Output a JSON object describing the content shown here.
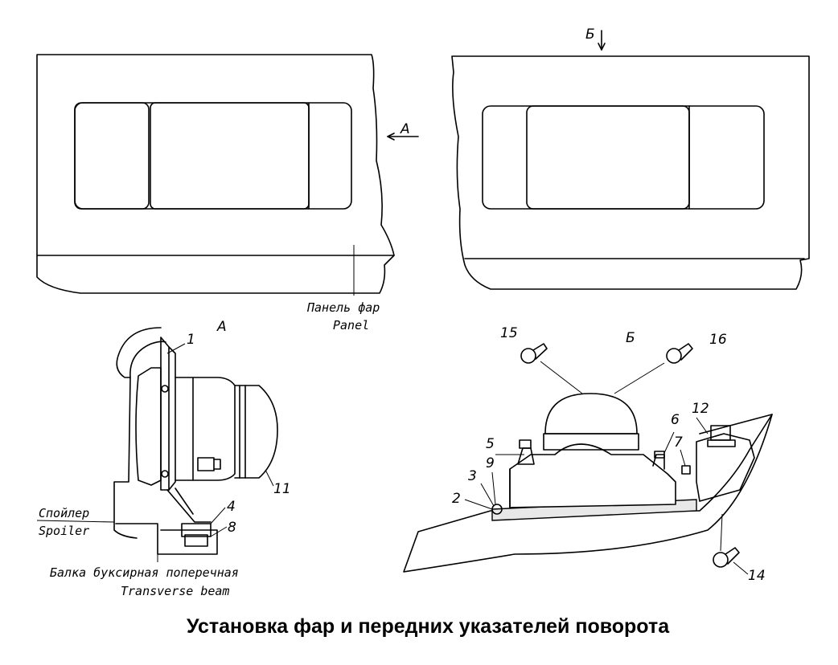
{
  "title": "Установка фар и передних указателей поворота",
  "view_labels": {
    "a_arrow": "А",
    "b_arrow": "Б",
    "a_view": "А",
    "b_view": "Б"
  },
  "callouts": {
    "panel_ru": "Панель фар",
    "panel_en": "Panel",
    "spoiler_ru": "Спойлер",
    "spoiler_en": "Spoiler",
    "beam_ru": "Балка буксирная поперечная",
    "beam_en": "Transverse beam"
  },
  "parts": {
    "p1": "1",
    "p2": "2",
    "p3": "3",
    "p4": "4",
    "p5": "5",
    "p6": "6",
    "p7": "7",
    "p8": "8",
    "p9": "9",
    "p11": "11",
    "p12": "12",
    "p14": "14",
    "p15": "15",
    "p16": "16"
  }
}
